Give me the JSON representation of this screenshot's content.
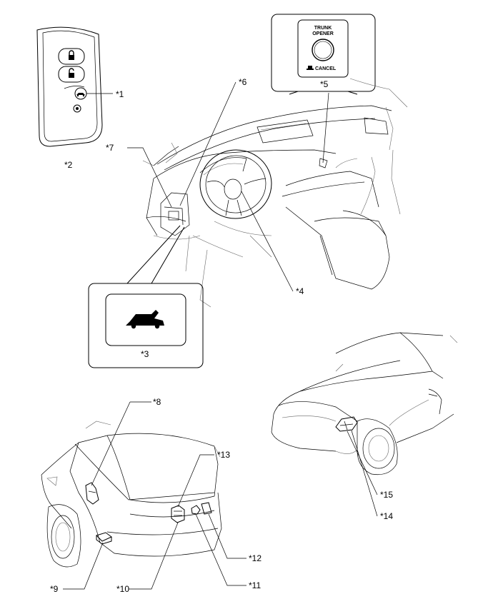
{
  "callouts": {
    "c1": "*1",
    "c2": "*2",
    "c3": "*3",
    "c4": "*4",
    "c5": "*5",
    "c6": "*6",
    "c7": "*7",
    "c8": "*8",
    "c9": "*9",
    "c10": "*10",
    "c11": "*11",
    "c12": "*12",
    "c13": "*13",
    "c14": "*14",
    "c15": "*15"
  },
  "trunk_switch": {
    "line1": "TRUNK",
    "line2": "OPENER",
    "cancel": "CANCEL"
  }
}
